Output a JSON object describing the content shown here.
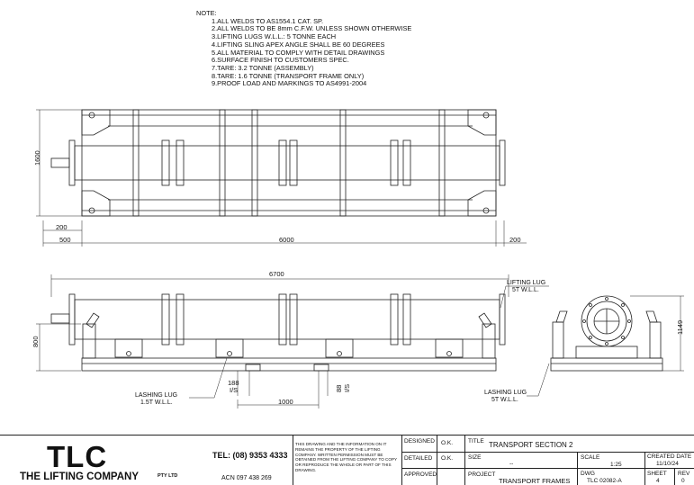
{
  "notes": {
    "heading": "NOTE:",
    "items": [
      "1.ALL WELDS TO AS1554.1 CAT. SP.",
      "2.ALL WELDS TO BE 8mm C.F.W. UNLESS SHOWN OTHERWISE",
      "3.LIFTING LUGS W.L.L.: 5 TONNE EACH",
      "4.LIFTING SLING APEX ANGLE SHALL BE 60 DEGREES",
      "5.ALL MATERIAL TO COMPLY WITH DETAIL DRAWINGS",
      "6.SURFACE FINISH TO CUSTOMERS SPEC.",
      "7.TARE: 3.2 TONNE (ASSEMBLY)",
      "8.TARE: 1.6 TONNE (TRANSPORT FRAME ONLY)",
      "9.PROOF LOAD AND MARKINGS TO AS4991-2004"
    ]
  },
  "plan_view": {
    "dim_height": "1600",
    "dim_offset": "200",
    "dim_left": "500",
    "dim_length": "6000",
    "dim_right": "200"
  },
  "side_view": {
    "dim_overall": "6700",
    "dim_height": "800",
    "dim_188": "188",
    "dim_188_sub": "I/S",
    "dim_88": "88",
    "dim_88_sub": "I/S",
    "dim_1000": "1000",
    "lifting_lug_label": "LIFTING LUG",
    "lifting_lug_wll": "5T W.L.L.",
    "lashing_lug_label": "LASHING LUG",
    "lashing_lug_wll": "1.5T W.L.L."
  },
  "end_view": {
    "dim_height": "1149",
    "lashing_lug_label": "LASHING LUG",
    "lashing_lug_wll": "5T W.L.L."
  },
  "title_block": {
    "logo": "TLC",
    "company": "THE LIFTING COMPANY",
    "pty": "PTY LTD",
    "tel": "TEL: (08) 9353 4333",
    "acn": "ACN 097 438 269",
    "copyright": "THIS DRAWING AND THE INFORMATION ON IT REMAINS THE PROPERTY OF THE LIFTING COMPANY. WRITTEN PERMISSION MUST BE OBTAINED FROM THE LIFTING COMPANY TO COPY OR REPRODUCE THE WHOLE OR PART OF THIS DRAWING.",
    "designed_label": "DESIGNED",
    "designed_value": "O.K.",
    "detailed_label": "DETAILED",
    "detailed_value": "O.K.",
    "approved_label": "APPROVED",
    "title_label": "TITLE",
    "title_value": "TRANSPORT SECTION 2",
    "size_label": "SIZE",
    "size_value": "--",
    "scale_label": "SCALE",
    "scale_value": "1:25",
    "created_label": "CREATED DATE",
    "created_value": "11/10/24",
    "project_label": "PROJECT",
    "project_value": "TRANSPORT FRAMES",
    "dwg_label": "DWG",
    "dwg_value": "TLC 02082-A",
    "sheet_label": "SHEET",
    "sheet_value": "4",
    "rev_label": "REV",
    "rev_value": "0"
  }
}
